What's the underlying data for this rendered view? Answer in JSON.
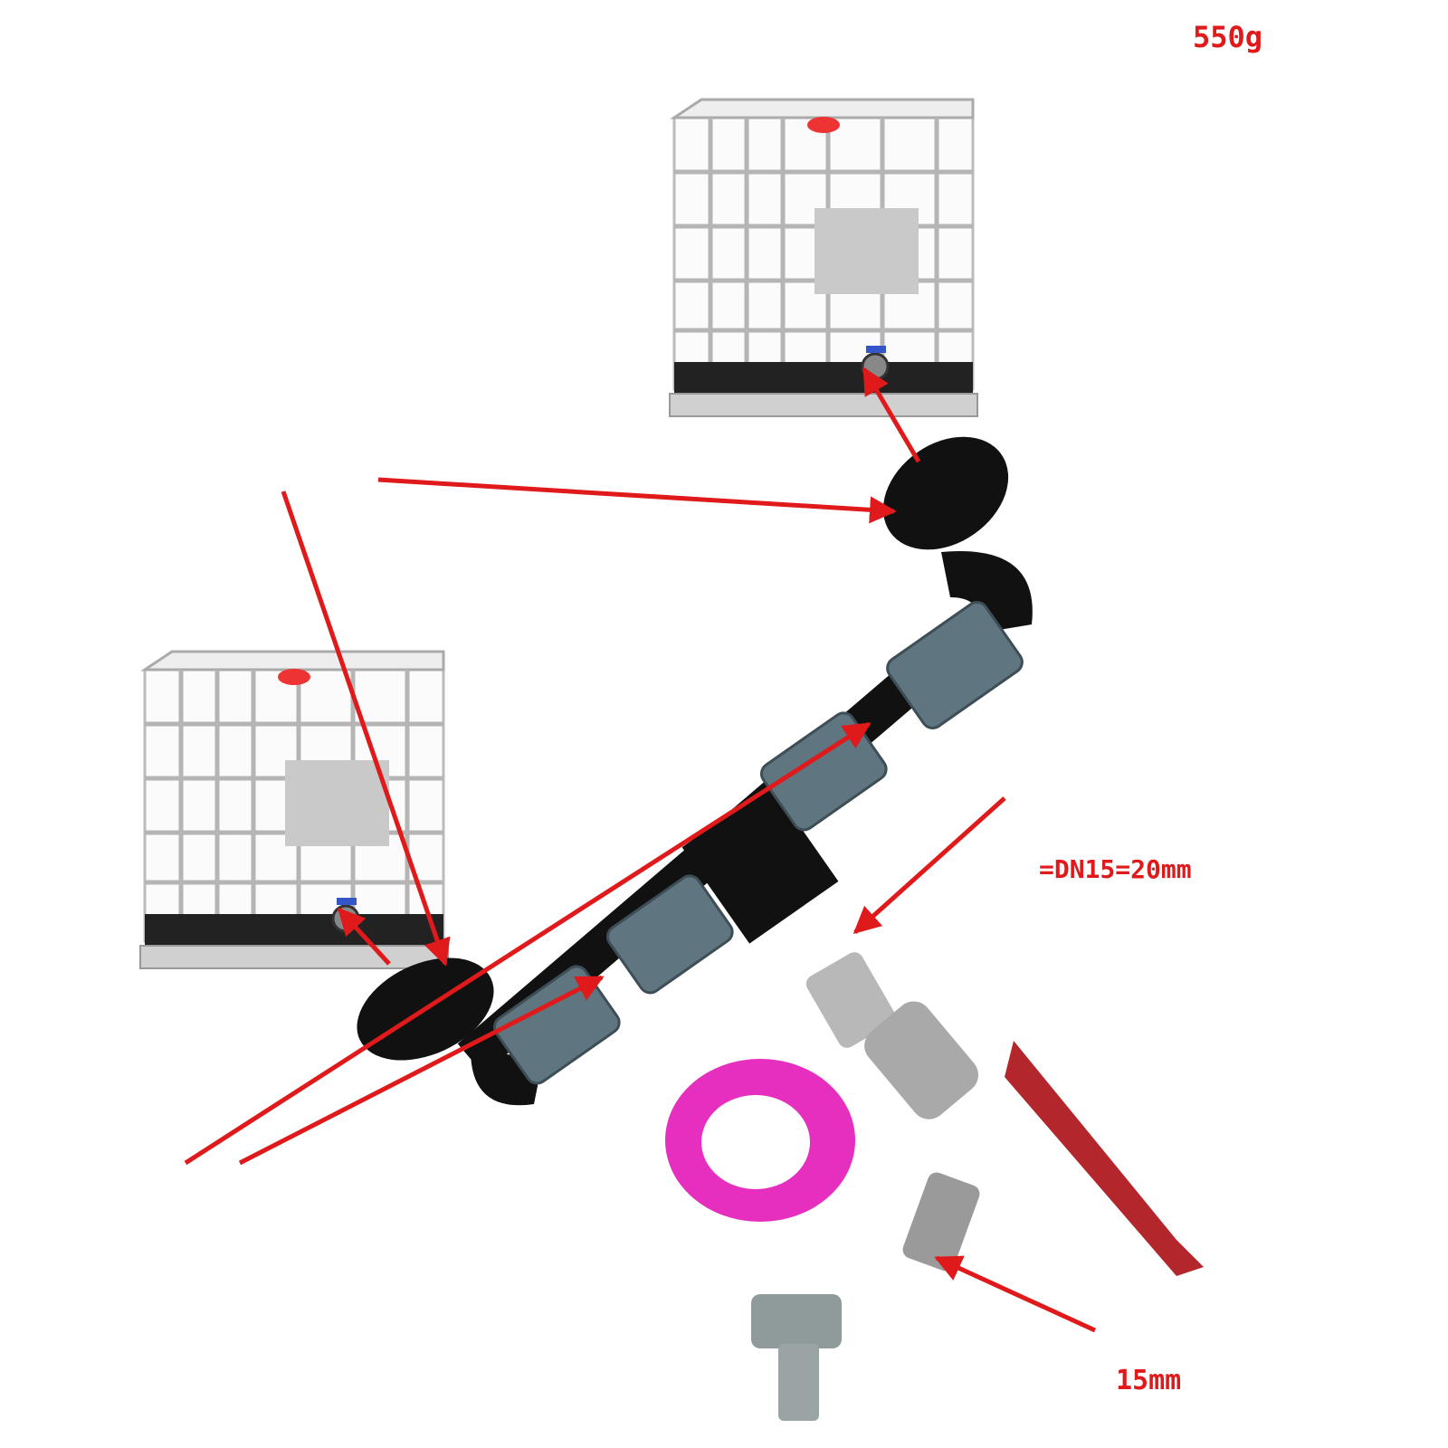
{
  "annotations": {
    "weight": "550g",
    "pipe_size": "=DN15=20mm",
    "tap_size": "15mm"
  },
  "colors": {
    "arrow": "#e0191b",
    "pipe_fitting": "#5f7580",
    "fitting_black": "#111111",
    "tape": "#e62fbf",
    "valve_handle": "#b3262b"
  }
}
